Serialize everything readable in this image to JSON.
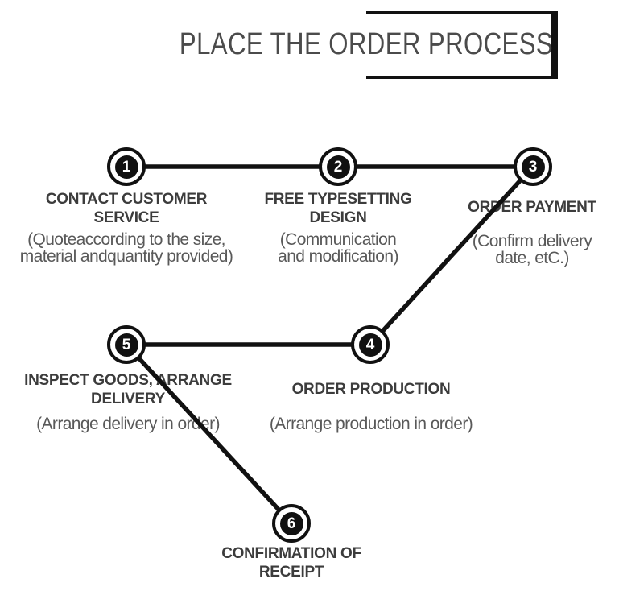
{
  "title": "PLACE THE ORDER PROCESS",
  "colors": {
    "line_black": "#111111",
    "title_gray": "#4b4b4b",
    "heading_gray": "#3c3c3c",
    "note_gray": "#595959",
    "background": "#ffffff"
  },
  "steps": [
    {
      "number": "1",
      "title_lines": [
        "CONTACT CUSTOMER",
        "SERVICE"
      ],
      "note_lines": [
        "(Quoteaccording to the size,",
        "material andquantity provided)"
      ]
    },
    {
      "number": "2",
      "title_lines": [
        "FREE TYPESETTING",
        "DESIGN"
      ],
      "note_lines": [
        "(Communication",
        "and modification)"
      ]
    },
    {
      "number": "3",
      "title_lines": [
        "ORDER PAYMENT"
      ],
      "note_lines": [
        "(Confirm delivery",
        "date, etC.)"
      ]
    },
    {
      "number": "4",
      "title_lines": [
        "ORDER PRODUCTION"
      ],
      "note_lines": [
        "(Arrange production in order)"
      ]
    },
    {
      "number": "5",
      "title_lines": [
        "INSPECT GOODS, ARRANGE",
        "DELIVERY"
      ],
      "note_lines": [
        "(Arrange delivery in order)"
      ]
    },
    {
      "number": "6",
      "title_lines": [
        "CONFIRMATION OF",
        "RECEIPT"
      ],
      "note_lines": []
    }
  ],
  "connections": [
    {
      "from": "1",
      "to": "2"
    },
    {
      "from": "2",
      "to": "3"
    },
    {
      "from": "3",
      "to": "4"
    },
    {
      "from": "4",
      "to": "5"
    },
    {
      "from": "5",
      "to": "6"
    }
  ]
}
